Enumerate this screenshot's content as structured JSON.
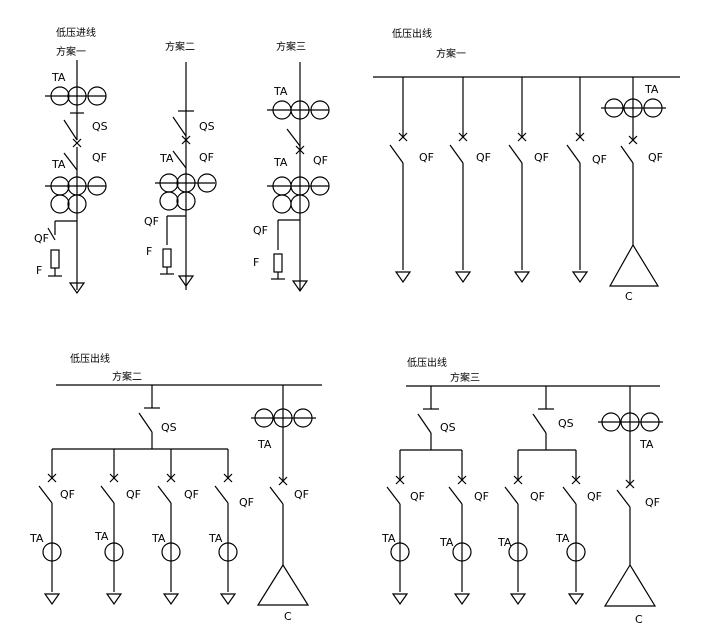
{
  "panels": {
    "incoming": {
      "title": "低压进线",
      "schemes": [
        "方案一",
        "方案二",
        "方案三"
      ]
    },
    "outgoing1": {
      "title": "低压出线",
      "scheme": "方案一"
    },
    "outgoing2": {
      "title": "低压出线",
      "scheme": "方案二"
    },
    "outgoing3": {
      "title": "低压出线",
      "scheme": "方案三"
    }
  },
  "labels": {
    "current_transformer": "TA",
    "disconnector": "QS",
    "breaker": "QF",
    "arrester": "F",
    "capacitor": "C"
  }
}
